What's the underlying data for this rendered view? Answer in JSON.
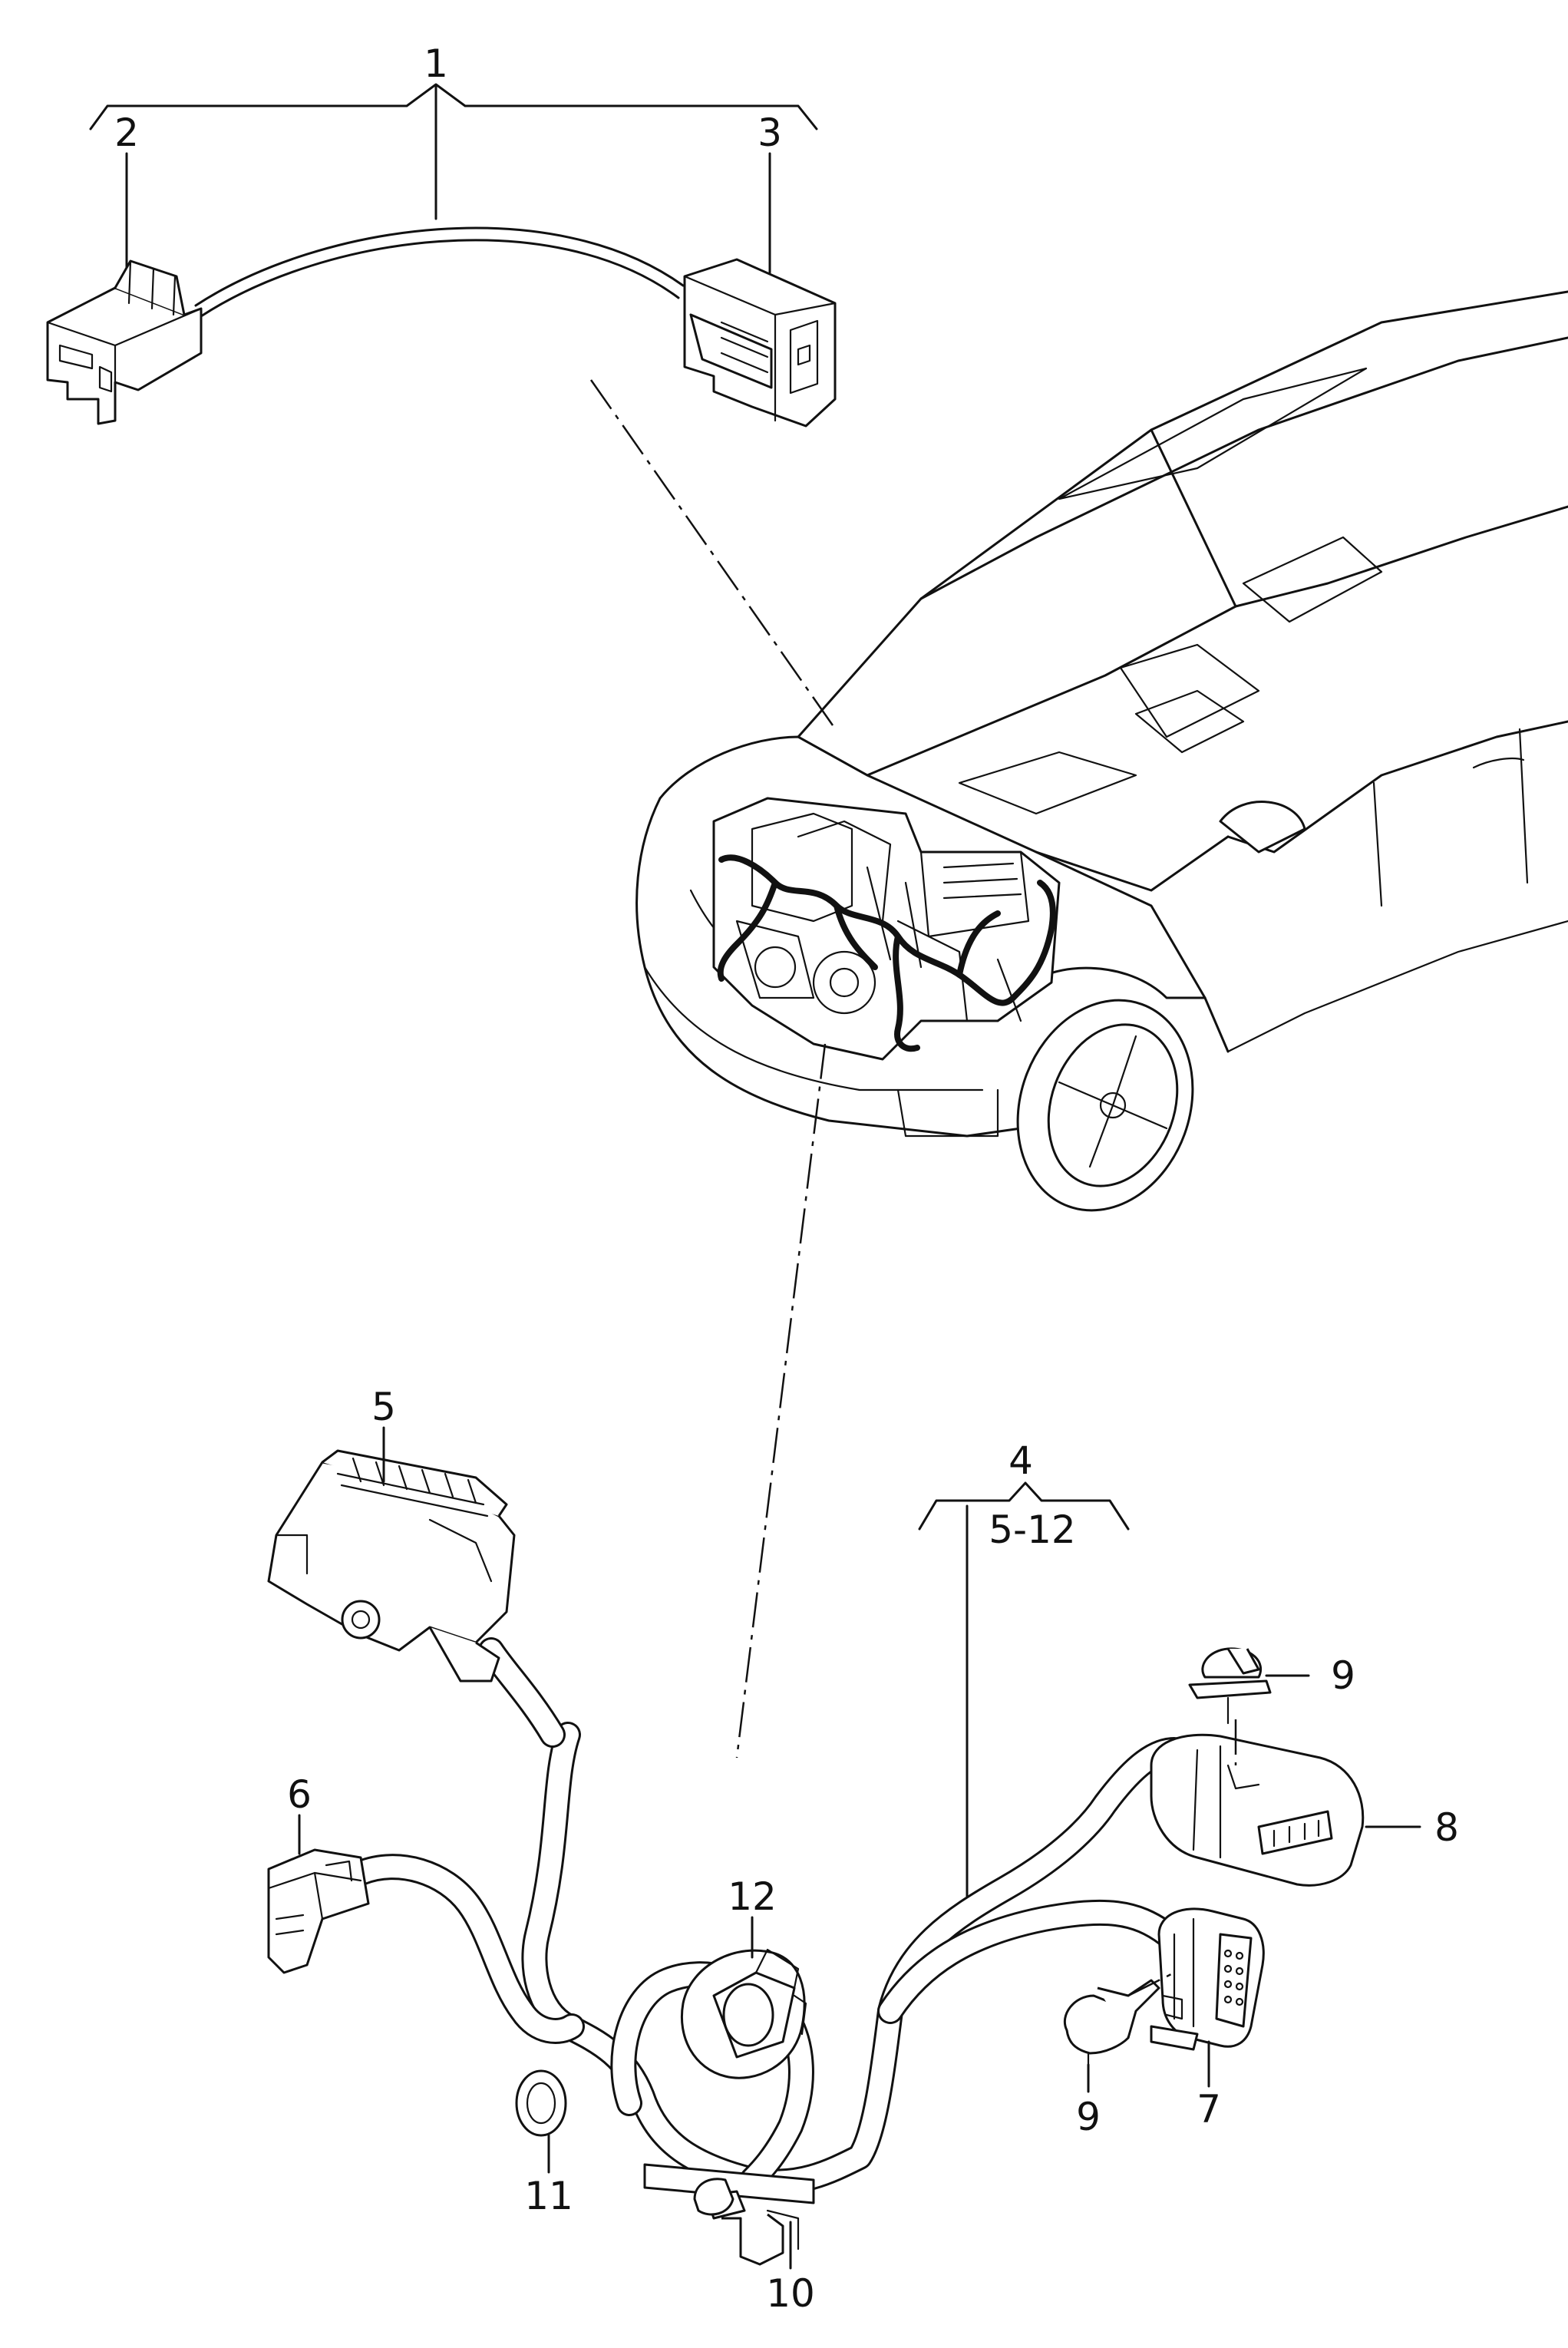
{
  "diagram": {
    "callouts": {
      "c1": "1",
      "c2": "2",
      "c3": "3",
      "c4": "4",
      "c4_range": "5-12",
      "c5": "5",
      "c6": "6",
      "c7": "7",
      "c8": "8",
      "c9_top": "9",
      "c9_bottom": "9",
      "c10": "10",
      "c11": "11",
      "c12": "12"
    },
    "colors": {
      "line": "#111111",
      "background": "#ffffff"
    }
  }
}
